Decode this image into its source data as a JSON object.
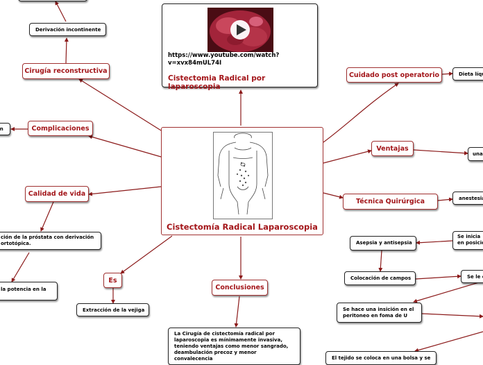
{
  "center": {
    "title": "Cistectomía Radical Laparoscopia"
  },
  "video": {
    "url_line1": "https://www.youtube.com/watch?",
    "url_line2": "v=xvx84mUL74I",
    "title": "Cistectomia Radical por laparoscopia"
  },
  "nodes": {
    "cirugia_reconstructiva": "Cirugía reconstructiva",
    "complicaciones": "Complicaciones",
    "calidad_de_vida": "Calidad de vida",
    "es": "Es",
    "conclusiones": "Conclusiones",
    "cuidado_post_operatorio": "Cuidado post operatorio",
    "ventajas": "Ventajas",
    "tecnica_quirurgica": "Técnica Quirúrgica"
  },
  "leaves": {
    "derivacion_incontinente": "Derivación incontinente",
    "complicaciones_child": "on",
    "calidad_child_1_line1": "ción de la próstata con derivación",
    "calidad_child_1_line2": "ortotópica.",
    "calidad_child_2": "la potencia en la",
    "extraccion_vejiga": "Extracción de la vejiga",
    "conclusion_line1": "La Cirugía de cistectomía radical por",
    "conclusion_line2": "laparoscopia es mínimamente  invasiva,",
    "conclusion_line3": "teniendo ventajas como menor sangrado,",
    "conclusion_line4": "deambulación precoz y menor",
    "conclusion_line5": "convalecencia",
    "dieta": "Dieta líqu",
    "ventajas_child": "una",
    "anestesia": "anestesia",
    "asepsia": "Asepsia y antisepsia",
    "se_inicia_line1": "Se inicia",
    "se_inicia_line2": "en posición",
    "colocacion": "Colocación de campos",
    "se_le": "Se le c",
    "incision_line1": "Se hace una insición en el",
    "incision_line2": "peritoneo en foma de U",
    "tejido": "El tejido se coloca en una bolsa y se"
  },
  "colors": {
    "accent": "#a3161a",
    "connector": "#8b1a1a"
  }
}
